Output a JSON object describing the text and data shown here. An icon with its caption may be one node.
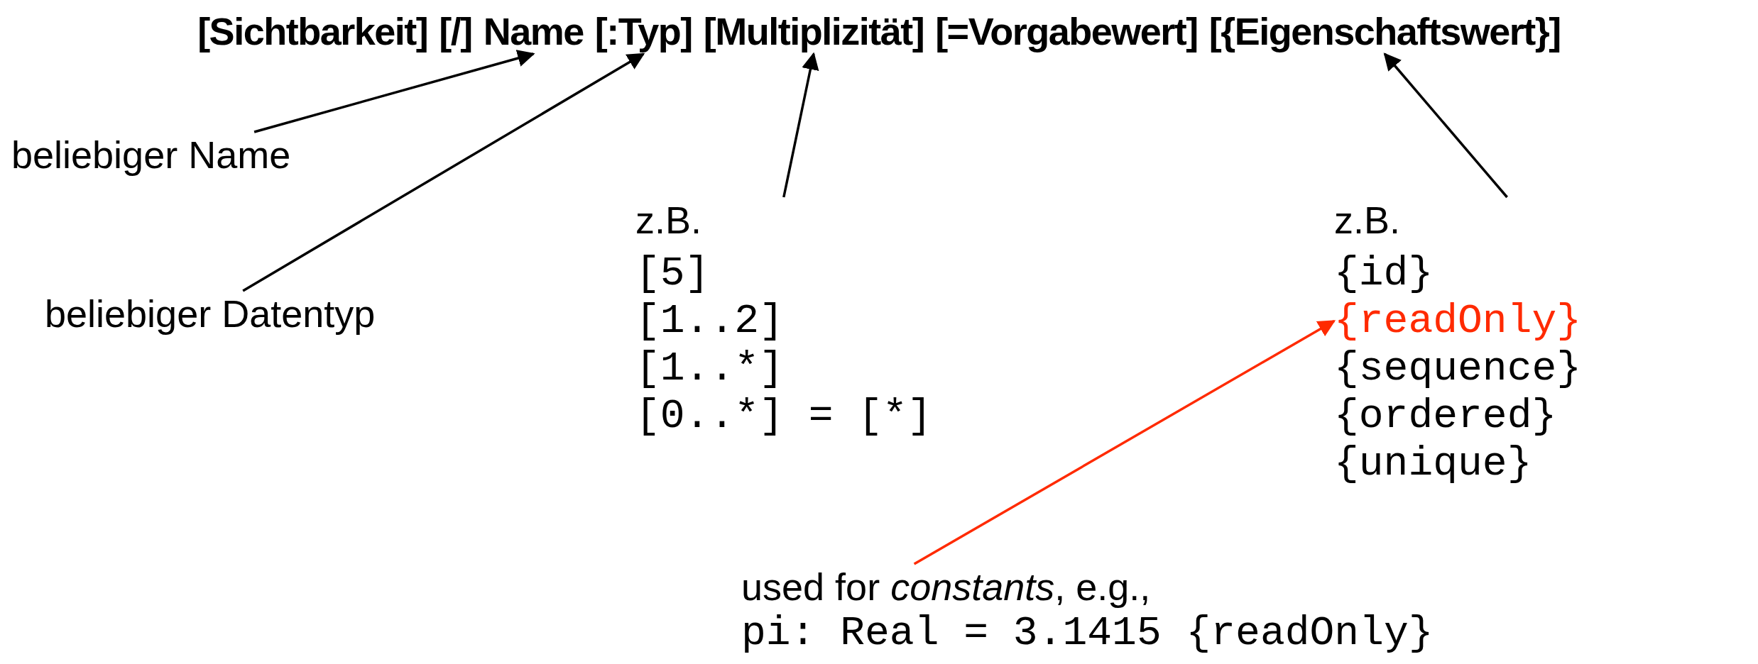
{
  "diagram": {
    "nodes": [
      {
        "text": [
          "[Sichtbarkeit]"
        ]
      },
      {
        "text": [
          "[/]"
        ]
      },
      {
        "text": [
          "Name"
        ]
      },
      {
        "text": [
          "[:Typ]"
        ]
      },
      {
        "text": [
          "[Multiplizität]"
        ]
      },
      {
        "text": [
          "[=Vorgabewert]"
        ]
      },
      {
        "text": [
          "[{Eigenschaftswert}]"
        ]
      },
      {
        "text": [
          "beliebiger Name"
        ]
      },
      {
        "text": [
          "beliebiger Datentyp"
        ]
      },
      {
        "text": [
          "z.B.",
          "[5]",
          "[1..2]",
          "[1..*]",
          "[0..*] = [*]"
        ]
      },
      {
        "text": [
          "z.B.",
          "{id}",
          "{readOnly}",
          "{sequence}",
          "{ordered}",
          "{unique}"
        ]
      },
      {
        "text": [
          "used for *constants*, e.g.,",
          "pi: Real = 3.1415 {readOnly}"
        ]
      }
    ],
    "edges": [
      {
        "from": 7,
        "to": 2,
        "arrow": "to"
      },
      {
        "from": 8,
        "to": 3,
        "arrow": "to"
      },
      {
        "from": 9,
        "to": 4,
        "arrow": "to"
      },
      {
        "from": 10,
        "to": 6,
        "arrow": "to"
      },
      {
        "from": 11,
        "to": 10,
        "arrow": "to",
        "color": "#ff2a00"
      }
    ]
  }
}
